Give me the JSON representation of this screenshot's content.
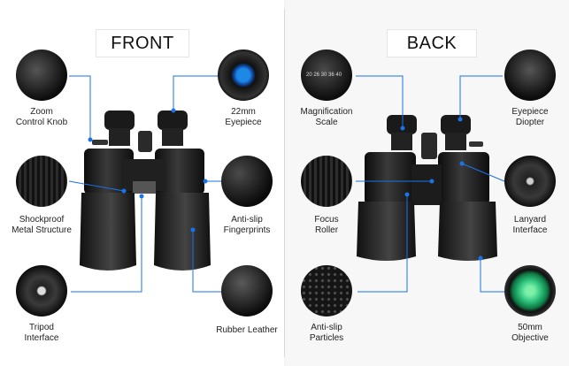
{
  "front": {
    "title": "FRONT",
    "labels": {
      "zoom": [
        "Zoom",
        "Control Knob"
      ],
      "eyepiece": [
        "22mm",
        "Eyepiece"
      ],
      "shock": [
        "Shockproof",
        "Metal Structure"
      ],
      "antislip": [
        "Anti-slip",
        "Fingerprints"
      ],
      "tripod": [
        "Tripod",
        "Interface"
      ],
      "rubber": [
        "Rubber Leather"
      ]
    }
  },
  "back": {
    "title": "BACK",
    "labels": {
      "magnification": [
        "Magnification",
        "Scale"
      ],
      "diopter": [
        "Eyepiece",
        "Diopter"
      ],
      "focus": [
        "Focus",
        "Roller"
      ],
      "lanyard": [
        "Lanyard",
        "Interface"
      ],
      "particles": [
        "Anti-slip",
        "Particles"
      ],
      "objective": [
        "50mm",
        "Objective"
      ]
    },
    "scale_text": "20 26 30 36 40"
  },
  "colors": {
    "accent": "#1a73e8",
    "body": "#1b1b1b",
    "lens_blue": "#1e88e5",
    "lens_green": "#2ec27e"
  }
}
